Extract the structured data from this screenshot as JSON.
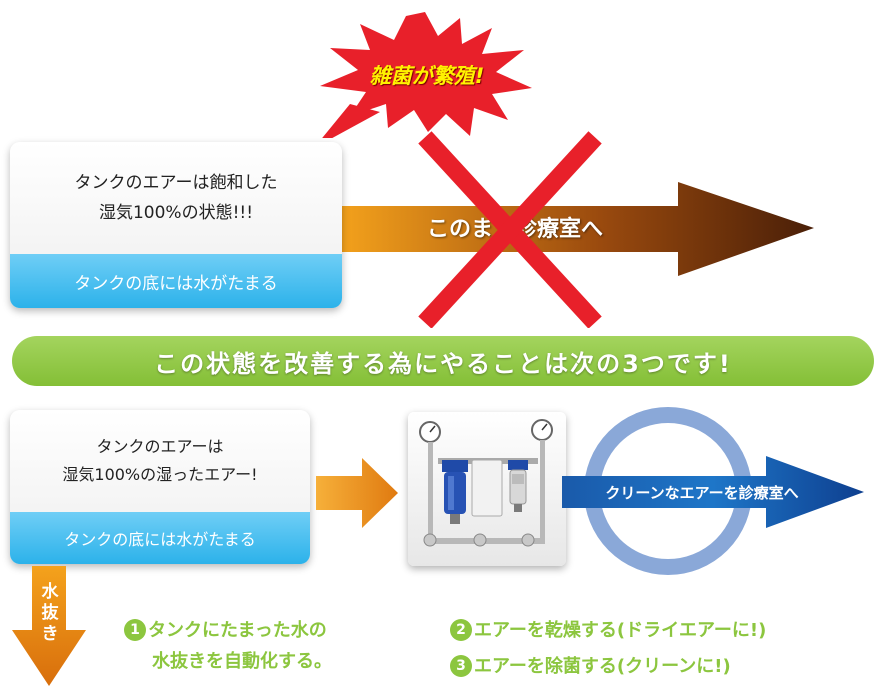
{
  "top": {
    "burst_text": "雑菌が繁殖!",
    "card_line1": "タンクのエアーは飽和した",
    "card_line2": "湿気100%の状態!!!",
    "card_bottom": "タンクの底には水がたまる",
    "arrow_text": "このまま診療室へ"
  },
  "banner": {
    "text": "この状態を改善する為にやることは次の3つです!"
  },
  "bottom": {
    "card_line1": "タンクのエアーは",
    "card_line2": "湿気100%の湿ったエアー!",
    "card_bottom": "タンクの底には水がたまる",
    "drain_arrow_text": "水抜き",
    "clean_arrow_text": "クリーンなエアーを診療室へ"
  },
  "steps": [
    {
      "num": "1",
      "line1": "タンクにたまった水の",
      "line2": "水抜きを自動化する。"
    },
    {
      "num": "2",
      "line1": "エアーを乾燥する(ドライエアーに!)"
    },
    {
      "num": "3",
      "line1": "エアーを除菌する(クリーンに!)"
    }
  ],
  "colors": {
    "burst": "#e8202a",
    "cross": "#e8202a",
    "green": "#8cc63f",
    "blue_card": "#36b6ec",
    "clean_arrow": "#1d5fb0",
    "ring": "#8aa8d8"
  }
}
